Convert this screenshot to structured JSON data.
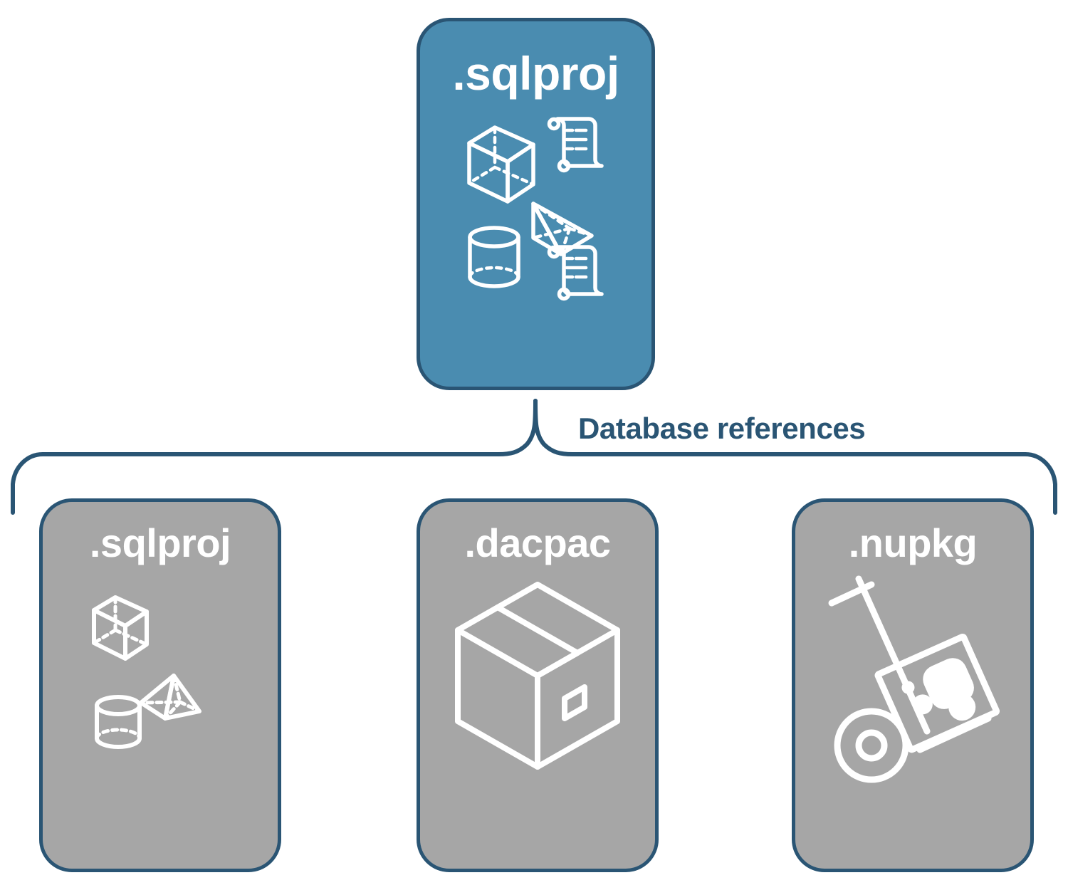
{
  "diagram": {
    "title": "Database references",
    "colors": {
      "primary_fill": "#4a8cb0",
      "secondary_fill": "#a6a6a6",
      "stroke": "#2a5574",
      "icon": "#ffffff",
      "background": "#ffffff"
    }
  },
  "root": {
    "label": ".sqlproj",
    "icons": [
      "cube-wireframe-icon",
      "pyramid-wireframe-icon",
      "cylinder-wireframe-icon",
      "scroll-icon",
      "scroll-icon"
    ]
  },
  "connector": {
    "label": "Database references",
    "style": "curly-brace"
  },
  "references": [
    {
      "label": ".sqlproj",
      "icons": [
        "cube-wireframe-icon",
        "pyramid-wireframe-icon",
        "cylinder-wireframe-icon"
      ]
    },
    {
      "label": ".dacpac",
      "icons": [
        "package-box-icon"
      ]
    },
    {
      "label": ".nupkg",
      "icons": [
        "hand-truck-icon",
        "nuget-package-icon"
      ]
    }
  ]
}
